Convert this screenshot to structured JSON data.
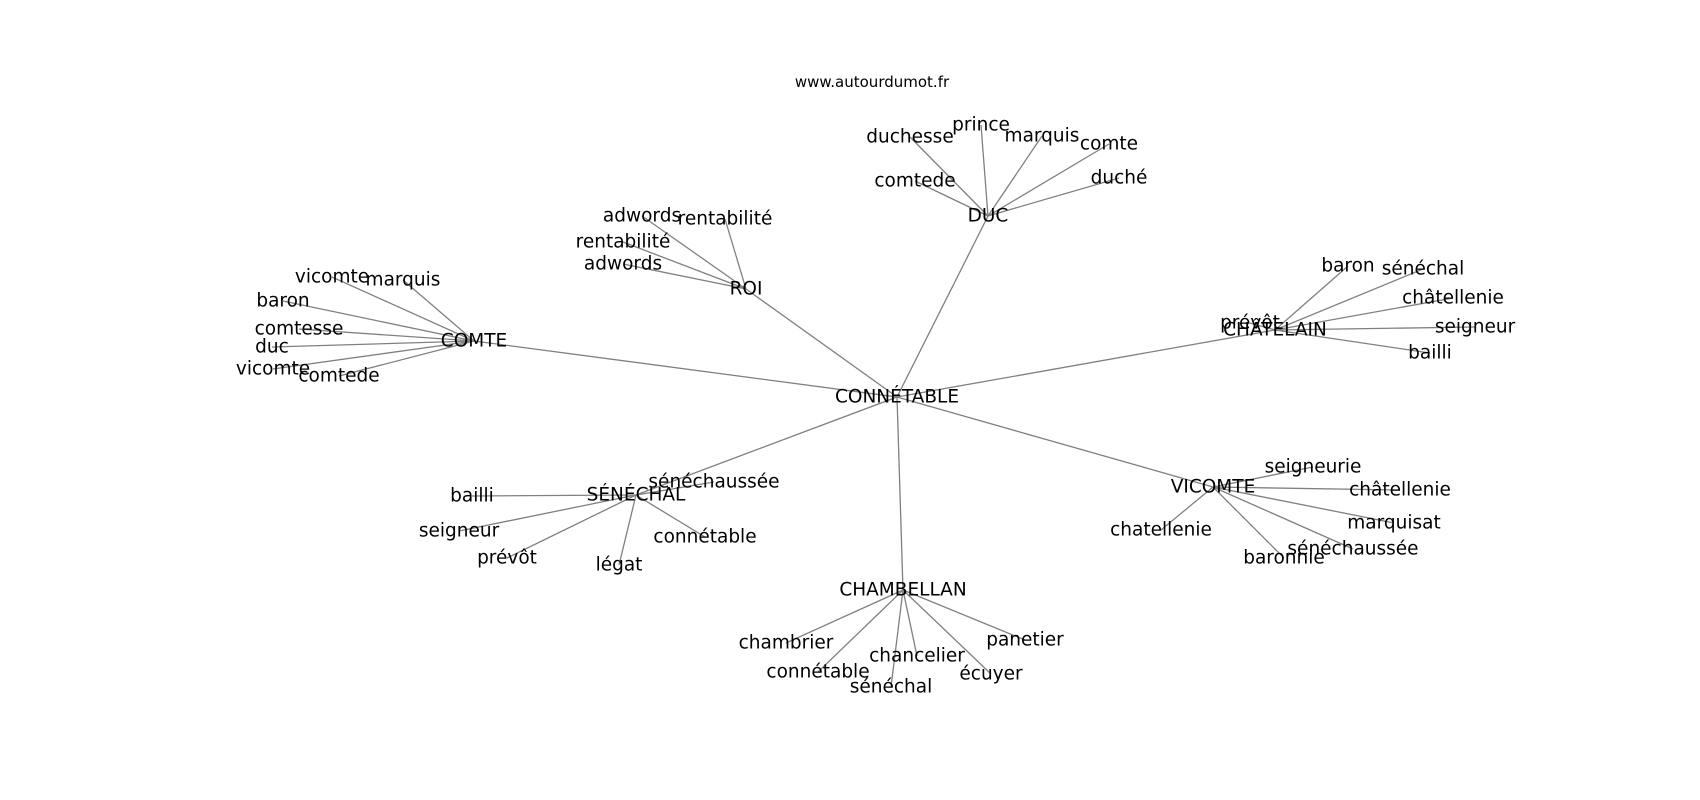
{
  "header": {
    "watermark": "www.autourdumot.fr"
  },
  "graph": {
    "center": "CONNÉTABLE",
    "hubs": [
      {
        "label": "DUC",
        "children": [
          "duchesse",
          "prince",
          "marquis",
          "comte",
          "comtede",
          "duché"
        ]
      },
      {
        "label": "ROI",
        "children": [
          "adwords",
          "rentabilité",
          "rentabilité",
          "adwords"
        ]
      },
      {
        "label": "COMTE",
        "children": [
          "vicomte",
          "marquis",
          "baron",
          "comtesse",
          "duc",
          "vicomte",
          "comtede"
        ]
      },
      {
        "label": "CHÂTELAIN",
        "children": [
          "baron",
          "sénéchal",
          "châtellenie",
          "prévôt",
          "seigneur",
          "bailli"
        ]
      },
      {
        "label": "SÉNÉCHAL",
        "children": [
          "sénéchaussée",
          "bailli",
          "seigneur",
          "prévôt",
          "légat",
          "connétable"
        ]
      },
      {
        "label": "VICOMTE",
        "children": [
          "seigneurie",
          "châtellenie",
          "chatellenie",
          "marquisat",
          "sénéchaussée",
          "baronnie"
        ]
      },
      {
        "label": "CHAMBELLAN",
        "children": [
          "chambrier",
          "connétable",
          "chancelier",
          "sénéchal",
          "écuyer",
          "panetier"
        ]
      }
    ]
  }
}
